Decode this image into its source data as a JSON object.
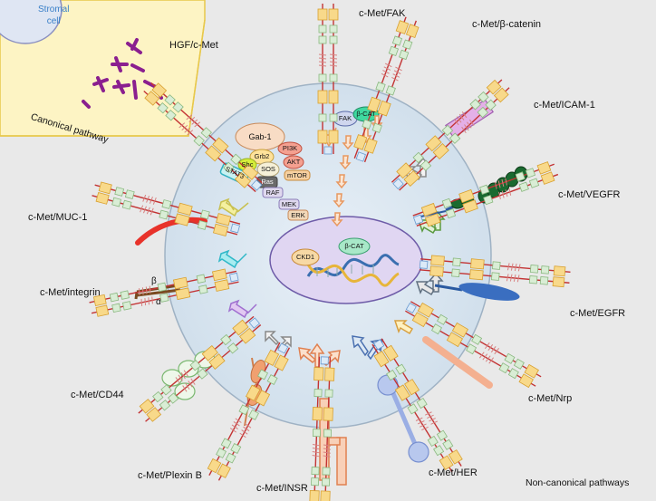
{
  "stromal_cell": "Stromal\ncell",
  "canonical": {
    "hgf_label": "HGF/c-Met",
    "pathway_label": "Canonical pathway"
  },
  "non_canonical_label": "Non-canonical pathways",
  "receptors": [
    {
      "label": "c-Met/FAK"
    },
    {
      "label": "c-Met/β-catenin"
    },
    {
      "label": "c-Met/ICAM-1"
    },
    {
      "label": "c-Met/VEGFR"
    },
    {
      "label": "c-Met/EGFR"
    },
    {
      "label": "c-Met/Nrp"
    },
    {
      "label": "c-Met/HER"
    },
    {
      "label": "c-Met/INSR"
    },
    {
      "label": "c-Met/Plexin B"
    },
    {
      "label": "c-Met/CD44"
    },
    {
      "label": "c-Met/integrin"
    },
    {
      "label": "c-Met/MUC-1"
    }
  ],
  "integrin_subunits": {
    "beta": "β",
    "alpha": "α"
  },
  "signaling": {
    "gab1": "Gab-1",
    "grb2": "Grb2",
    "shc": "Shc",
    "sos": "SOS",
    "ras": "Ras",
    "raf": "RAF",
    "mek": "MEK",
    "erk": "ERK",
    "pi3k": "PI3K",
    "akt": "AKT",
    "mtor": "mTOR",
    "stat3": "STAT3",
    "fak": "FAK",
    "bcat": "β-CAT"
  },
  "nucleus": {
    "ckd1": "CKD1",
    "bcat": "β-CAT"
  },
  "colors": {
    "cell": "#dce8f2",
    "nucleus": "#e2d8f2",
    "canonical_bg": "#fdf4c4",
    "receptor": "#f8d98a",
    "receptor_edge": "#d8a030",
    "linker": "#d9edd5",
    "kinase": "#c33333",
    "hgf": "#8a1f8f"
  }
}
